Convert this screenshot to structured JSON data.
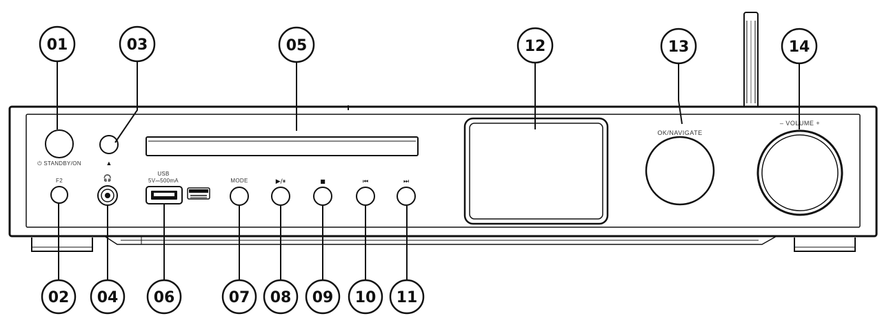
{
  "callouts": {
    "c01": "01",
    "c02": "02",
    "c03": "03",
    "c04": "04",
    "c05": "05",
    "c06": "06",
    "c07": "07",
    "c08": "08",
    "c09": "09",
    "c10": "10",
    "c11": "11",
    "c12": "12",
    "c13": "13",
    "c14": "14"
  },
  "labels": {
    "standby": "⏻ STANDBY/ON",
    "eject": "▲",
    "f2": "F2",
    "headphones": "🎧",
    "usb_title": "USB",
    "usb_spec": "5V⎓500mA",
    "mode": "MODE",
    "play_pause": "▶/⏸",
    "stop": "■",
    "prev": "⏮",
    "next": "⏭",
    "navigate": "OK/NAVIGATE",
    "volume": "– VOLUME +"
  },
  "colors": {
    "ink": "#111111",
    "panel": "#ffffff",
    "background": "#ffffff"
  },
  "icons": [
    "usb-port-icon",
    "headphone-jack-icon",
    "usb-logo-icon",
    "antenna-icon"
  ]
}
